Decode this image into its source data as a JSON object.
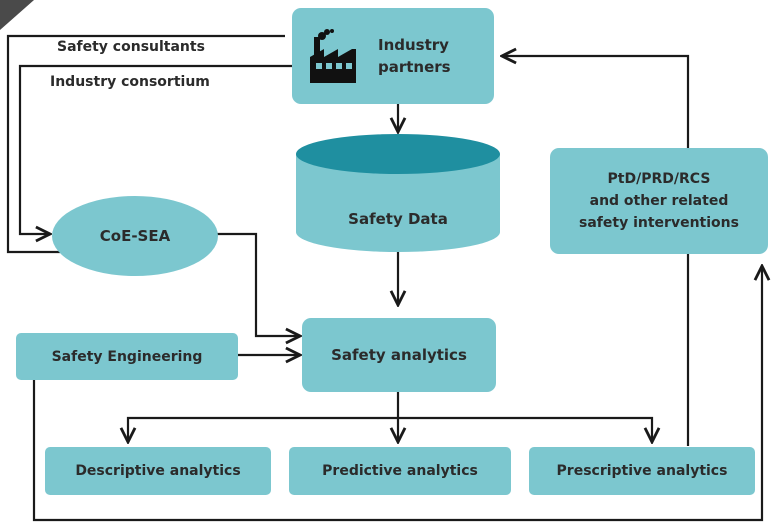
{
  "nodes": {
    "industry_partners": "Industry\npartners",
    "safety_data": "Safety Data",
    "coe_sea": "CoE-SEA",
    "safety_engineering": "Safety Engineering",
    "safety_analytics": "Safety analytics",
    "interventions": "PtD/PRD/RCS\nand other related\nsafety interventions",
    "descriptive": "Descriptive analytics",
    "predictive": "Predictive analytics",
    "prescriptive": "Prescriptive analytics"
  },
  "edge_labels": {
    "safety_consultants": "Safety consultants",
    "industry_consortium": "Industry consortium"
  },
  "icons": {
    "industry": "factory-icon"
  },
  "colors": {
    "box_fill": "#7cc7cf",
    "cylinder_top": "#1f8fa0",
    "line": "#1a1a1a",
    "text": "#2b2b2b"
  }
}
